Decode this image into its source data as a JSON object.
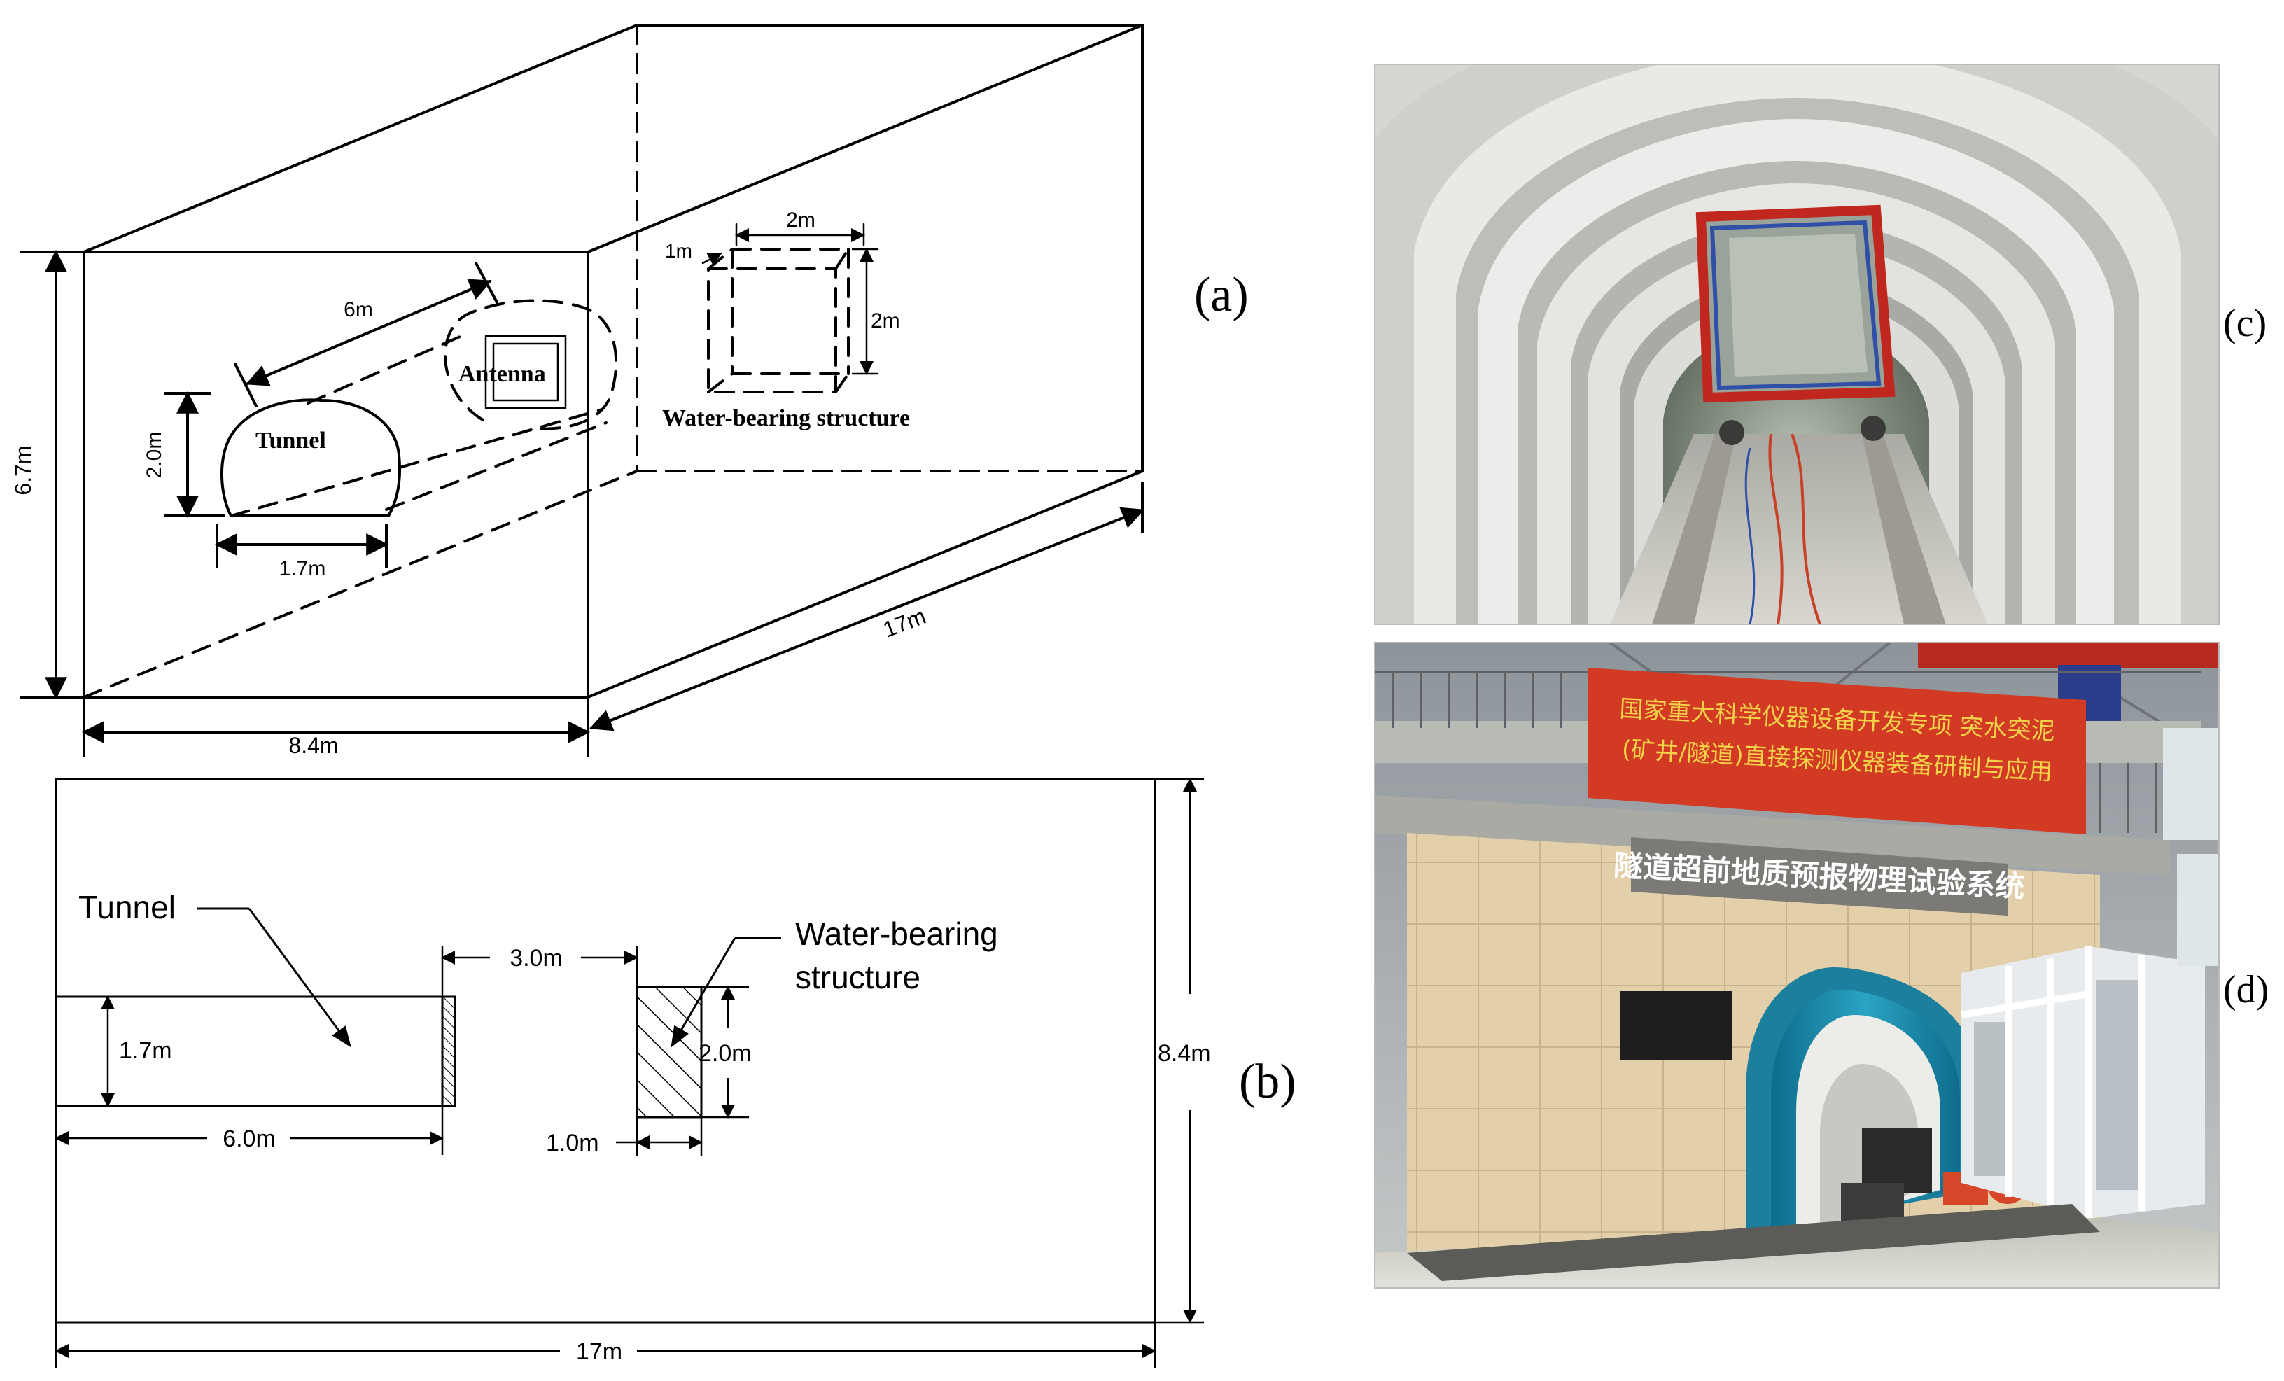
{
  "panel_a": {
    "label": "(a)",
    "height_label": "6.7m",
    "width_label": "8.4m",
    "length_label": "17m",
    "tunnel_label": "Tunnel",
    "tunnel_height_label": "2.0m",
    "tunnel_width_label": "1.7m",
    "distance_label": "6m",
    "antenna_label": "Antenna",
    "water_label": "Water-bearing structure",
    "water_depth_label": "1m",
    "water_width_label": "2m",
    "water_height_label": "2m"
  },
  "panel_b": {
    "label": "(b)",
    "tunnel_label": "Tunnel",
    "water_label_line1": "Water-bearing",
    "water_label_line2": "structure",
    "gap_label": "3.0m",
    "tunnel_height_label": "1.7m",
    "tunnel_length_label": "6.0m",
    "water_height_label": "2.0m",
    "water_width_label": "1.0m",
    "model_width_label": "8.4m",
    "model_length_label": "17m"
  },
  "panel_c": {
    "label": "(c)"
  },
  "panel_d": {
    "label": "(d)",
    "banner_line1": "国家重大科学仪器设备开发专项 突水突泥",
    "banner_line2": "(矿井/隧道)直接探测仪器装备研制与应用",
    "wall_sign": "隧道超前地质预报物理试验系统"
  }
}
